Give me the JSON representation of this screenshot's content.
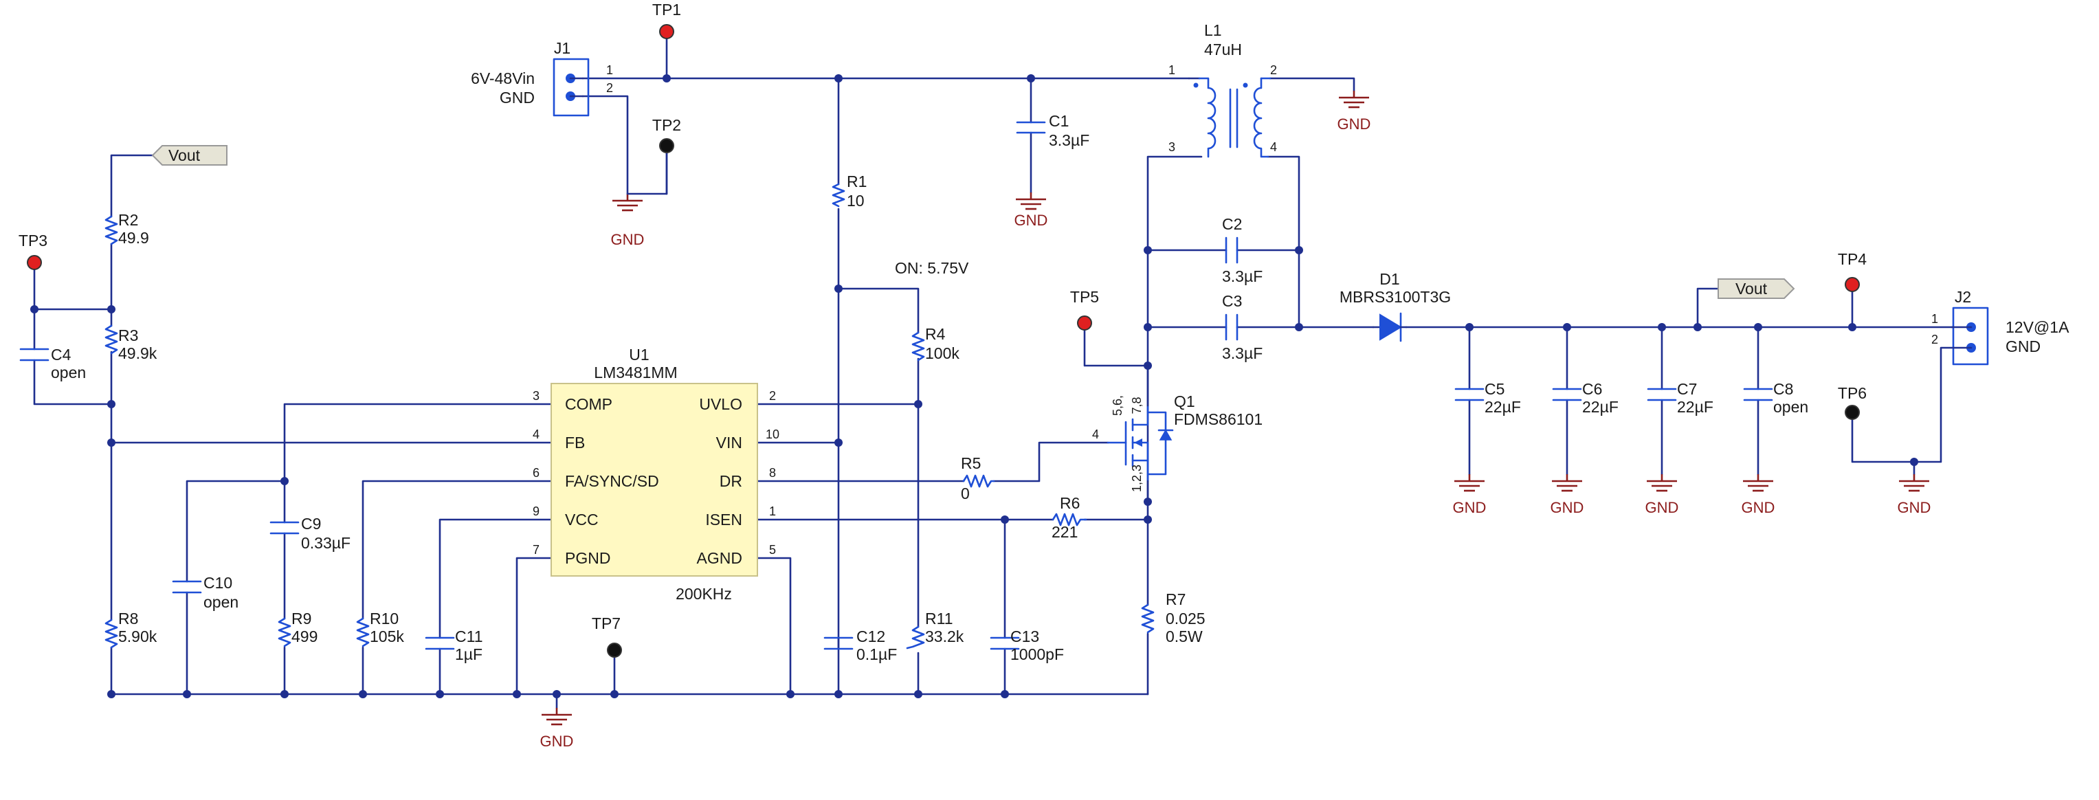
{
  "test_points": [
    {
      "id": "tp1",
      "label": "TP1",
      "color": "red"
    },
    {
      "id": "tp2",
      "label": "TP2",
      "color": "black"
    },
    {
      "id": "tp3",
      "label": "TP3",
      "color": "red"
    },
    {
      "id": "tp4",
      "label": "TP4",
      "color": "red"
    },
    {
      "id": "tp5",
      "label": "TP5",
      "color": "red"
    },
    {
      "id": "tp6",
      "label": "TP6",
      "color": "black"
    },
    {
      "id": "tp7",
      "label": "TP7",
      "color": "black"
    }
  ],
  "connectors": {
    "j1": {
      "ref": "J1",
      "pin1": "1",
      "pin2": "2",
      "net1": "6V-48Vin",
      "net2": "GND"
    },
    "j2": {
      "ref": "J2",
      "pin1": "1",
      "pin2": "2",
      "net1": "12V@1A",
      "net2": "GND"
    }
  },
  "net_flags": {
    "vout_top": "Vout",
    "vout_right": "Vout"
  },
  "gnd_label": "GND",
  "ic": {
    "ref": "U1",
    "part": "LM3481MM",
    "freq": "200KHz",
    "left_pins": [
      {
        "num": "3",
        "name": "COMP"
      },
      {
        "num": "4",
        "name": "FB"
      },
      {
        "num": "6",
        "name": "FA/SYNC/SD"
      },
      {
        "num": "9",
        "name": "VCC"
      },
      {
        "num": "7",
        "name": "PGND"
      }
    ],
    "right_pins": [
      {
        "num": "2",
        "name": "UVLO"
      },
      {
        "num": "10",
        "name": "VIN"
      },
      {
        "num": "8",
        "name": "DR"
      },
      {
        "num": "1",
        "name": "ISEN"
      },
      {
        "num": "5",
        "name": "AGND"
      }
    ]
  },
  "resistors": {
    "r1": {
      "ref": "R1",
      "value": "10"
    },
    "r2": {
      "ref": "R2",
      "value": "49.9"
    },
    "r3": {
      "ref": "R3",
      "value": "49.9k"
    },
    "r4": {
      "ref": "R4",
      "value": "100k"
    },
    "r5": {
      "ref": "R5",
      "value": "0"
    },
    "r6": {
      "ref": "R6",
      "value": "221"
    },
    "r7": {
      "ref": "R7",
      "value": "0.025",
      "rating": "0.5W"
    },
    "r8": {
      "ref": "R8",
      "value": "5.90k"
    },
    "r9": {
      "ref": "R9",
      "value": "499"
    },
    "r10": {
      "ref": "R10",
      "value": "105k"
    },
    "r11": {
      "ref": "R11",
      "value": "33.2k"
    }
  },
  "capacitors": {
    "c1": {
      "ref": "C1",
      "value": "3.3µF"
    },
    "c2": {
      "ref": "C2",
      "value": "3.3µF"
    },
    "c3": {
      "ref": "C3",
      "value": "3.3µF"
    },
    "c4": {
      "ref": "C4",
      "value": "open"
    },
    "c5": {
      "ref": "C5",
      "value": "22µF"
    },
    "c6": {
      "ref": "C6",
      "value": "22µF"
    },
    "c7": {
      "ref": "C7",
      "value": "22µF"
    },
    "c8": {
      "ref": "C8",
      "value": "open"
    },
    "c9": {
      "ref": "C9",
      "value": "0.33µF"
    },
    "c10": {
      "ref": "C10",
      "value": "open"
    },
    "c11": {
      "ref": "C11",
      "value": "1µF"
    },
    "c12": {
      "ref": "C12",
      "value": "0.1µF"
    },
    "c13": {
      "ref": "C13",
      "value": "1000pF"
    }
  },
  "inductor": {
    "ref": "L1",
    "value": "47uH",
    "pins": [
      "1",
      "2",
      "3",
      "4"
    ]
  },
  "diode": {
    "ref": "D1",
    "part": "MBRS3100T3G"
  },
  "mosfet": {
    "ref": "Q1",
    "part": "FDMS86101",
    "gate_pin": "4",
    "drain_pins": "5,6,",
    "drain_pins2": "7,8",
    "source_pins": "1,2,3"
  },
  "annotations": {
    "uvlo_on": "ON: 5.75V"
  }
}
